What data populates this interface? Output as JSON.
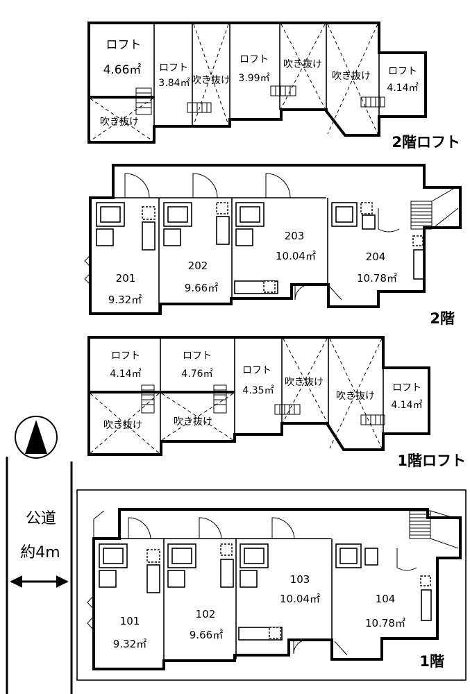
{
  "north_arrow": "north-arrow",
  "road": {
    "line1": "公道",
    "line2": "約4m"
  },
  "floor2_loft": {
    "heading": "2階ロフト",
    "rooms": [
      {
        "label": "ロフト",
        "area": "4.66㎡"
      },
      {
        "label": "吹き抜け"
      },
      {
        "label": "ロフト",
        "area": "3.84㎡"
      },
      {
        "label": "吹き抜け"
      },
      {
        "label": "ロフト",
        "area": "3.99㎡"
      },
      {
        "label": "吹き抜け"
      },
      {
        "label": "吹き抜け"
      },
      {
        "label": "ロフト",
        "area": "4.14㎡"
      }
    ]
  },
  "floor2": {
    "heading": "2階",
    "units": [
      {
        "number": "201",
        "area": "9.32㎡"
      },
      {
        "number": "202",
        "area": "9.66㎡"
      },
      {
        "number": "203",
        "area": "10.04㎡"
      },
      {
        "number": "204",
        "area": "10.78㎡"
      }
    ]
  },
  "floor1_loft": {
    "heading": "1階ロフト",
    "rooms": [
      {
        "label": "ロフト",
        "area": "4.14㎡"
      },
      {
        "label": "ロフト",
        "area": "4.76㎡"
      },
      {
        "label": "ロフト",
        "area": "4.35㎡"
      },
      {
        "label": "吹き抜け"
      },
      {
        "label": "吹き抜け"
      },
      {
        "label": "ロフト",
        "area": "4.14㎡"
      },
      {
        "label": "吹き抜け"
      },
      {
        "label": "吹き抜け"
      }
    ]
  },
  "floor1": {
    "heading": "1階",
    "units": [
      {
        "number": "101",
        "area": "9.32㎡"
      },
      {
        "number": "102",
        "area": "9.66㎡"
      },
      {
        "number": "103",
        "area": "10.04㎡"
      },
      {
        "number": "104",
        "area": "10.78㎡"
      }
    ]
  }
}
